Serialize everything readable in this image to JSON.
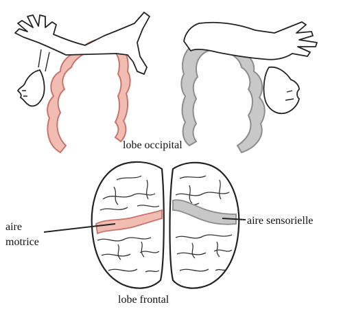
{
  "labels": {
    "lobe_occipital": "lobe occipital",
    "lobe_frontal": "lobe frontal",
    "aire_motrice_line1": "aire",
    "aire_motrice_line2": "motrice",
    "aire_sensorielle": "aire sensorielle"
  },
  "colors": {
    "motor_area": "#f1bdb3",
    "motor_outline": "#c9736a",
    "sensory_area": "#c8c8c8",
    "sensory_outline": "#8c8c8c",
    "ink": "#222222"
  },
  "icons": {
    "left_figure": "motor-homunculus-icon",
    "right_figure": "sensory-homunculus-icon",
    "brain": "brain-top-view-icon"
  }
}
